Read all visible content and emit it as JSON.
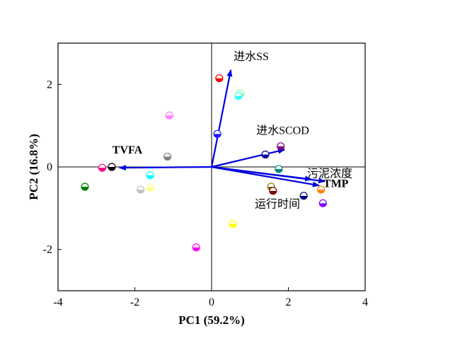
{
  "chart_data": {
    "type": "scatter",
    "title": "",
    "xlabel": "PC1 (59.2%)",
    "ylabel": "PC2 (16.8%)",
    "xlim": [
      -4,
      4
    ],
    "ylim": [
      -3,
      3
    ],
    "xticks": [
      -4,
      -2,
      0,
      2,
      4
    ],
    "yticks": [
      -2,
      0,
      2
    ],
    "grid": false,
    "legend": "none",
    "points": [
      {
        "x": 0.2,
        "y": 2.15,
        "color": "#ff0000"
      },
      {
        "x": 0.75,
        "y": 1.78,
        "color": "#80ff80"
      },
      {
        "x": 0.7,
        "y": 1.72,
        "color": "#33ffff"
      },
      {
        "x": -1.1,
        "y": 1.25,
        "color": "#ff80ff"
      },
      {
        "x": 0.15,
        "y": 0.8,
        "color": "#1a1aff"
      },
      {
        "x": 1.8,
        "y": 0.5,
        "color": "#800080"
      },
      {
        "x": 1.4,
        "y": 0.3,
        "color": "#000099"
      },
      {
        "x": -1.15,
        "y": 0.25,
        "color": "#808080"
      },
      {
        "x": 1.75,
        "y": -0.05,
        "color": "#008080"
      },
      {
        "x": -2.85,
        "y": -0.02,
        "color": "#ff0080"
      },
      {
        "x": -2.6,
        "y": 0.0,
        "color": "#000000"
      },
      {
        "x": -1.6,
        "y": -0.2,
        "color": "#00ffff"
      },
      {
        "x": -3.3,
        "y": -0.48,
        "color": "#008000"
      },
      {
        "x": -1.85,
        "y": -0.55,
        "color": "#c0c0c0"
      },
      {
        "x": -1.6,
        "y": -0.5,
        "color": "#ffff80"
      },
      {
        "x": 1.55,
        "y": -0.48,
        "color": "#808000"
      },
      {
        "x": 1.6,
        "y": -0.58,
        "color": "#800000"
      },
      {
        "x": 2.4,
        "y": -0.7,
        "color": "#000080"
      },
      {
        "x": 2.85,
        "y": -0.55,
        "color": "#ff8000"
      },
      {
        "x": 2.9,
        "y": -0.88,
        "color": "#8000ff"
      },
      {
        "x": 0.55,
        "y": -1.38,
        "color": "#ffff00"
      },
      {
        "x": -0.4,
        "y": -1.95,
        "color": "#ff00ff"
      }
    ],
    "vectors": [
      {
        "label": "进水SS",
        "x": 0.5,
        "y": 2.35
      },
      {
        "label": "进水SCOD",
        "x": 1.9,
        "y": 0.42
      },
      {
        "label": "污泥浓度",
        "x": 2.95,
        "y": -0.35
      },
      {
        "label": "TMP",
        "x": 2.8,
        "y": -0.45
      },
      {
        "label": "运行时间",
        "x": 2.6,
        "y": -0.3
      },
      {
        "label": "TVFA",
        "x": -2.4,
        "y": -0.02
      }
    ],
    "vector_color": "#0000e0"
  }
}
